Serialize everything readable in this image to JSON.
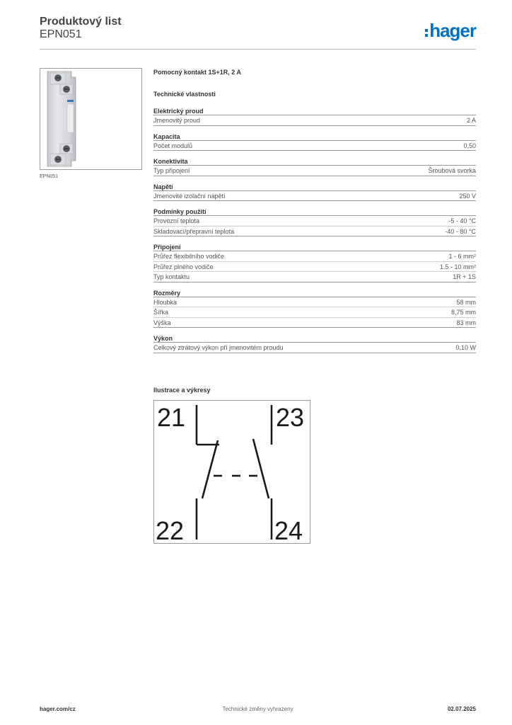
{
  "header": {
    "title": "Produktový list",
    "code": "EPN051",
    "logo": {
      "text": "hager",
      "color": "#0071c1"
    }
  },
  "photo": {
    "caption": "EPN051"
  },
  "product": {
    "name": "Pomocný kontakt 1S+1R, 2 A",
    "tech_heading": "Technické vlastnosti"
  },
  "groups": [
    {
      "title": "Elektrický proud",
      "rows": [
        {
          "label": "Jmenovitý proud",
          "value": "2 A"
        }
      ]
    },
    {
      "title": "Kapacita",
      "rows": [
        {
          "label": "Počet modulů",
          "value": "0,50"
        }
      ]
    },
    {
      "title": "Konektivita",
      "rows": [
        {
          "label": "Typ připojení",
          "value": "Šroubová svorka"
        }
      ]
    },
    {
      "title": "Napětí",
      "rows": [
        {
          "label": "Jmenovité izolační napětí",
          "value": "250 V"
        }
      ]
    },
    {
      "title": "Podmínky použití",
      "rows": [
        {
          "label": "Provozní teplota",
          "value": "-5 - 40 °C"
        },
        {
          "label": "Skladovací/přepravní teplota",
          "value": "-40 - 80 °C"
        }
      ]
    },
    {
      "title": "Připojení",
      "rows": [
        {
          "label": "Průřez flexibilního vodiče",
          "value": "1 - 6 mm²"
        },
        {
          "label": "Průřez plného vodiče",
          "value": "1.5 - 10 mm²"
        },
        {
          "label": "Typ kontaktu",
          "value": "1R + 1S"
        }
      ]
    },
    {
      "title": "Rozměry",
      "rows": [
        {
          "label": "Hloubka",
          "value": "58 mm"
        },
        {
          "label": "Šířka",
          "value": "8,75 mm"
        },
        {
          "label": "Výška",
          "value": "83 mm"
        }
      ]
    },
    {
      "title": "Výkon",
      "rows": [
        {
          "label": "Celkový ztrátový výkon při jmenovitém proudu",
          "value": "0,10 W"
        }
      ]
    }
  ],
  "illustrations": {
    "heading": "Ilustrace a výkresy",
    "terminals": {
      "tl": "21",
      "tr": "23",
      "bl": "22",
      "br": "24"
    }
  },
  "footer": {
    "website": "hager.com/cz",
    "note": "Technické změny vyhrazeny",
    "date": "02.07.2025"
  }
}
